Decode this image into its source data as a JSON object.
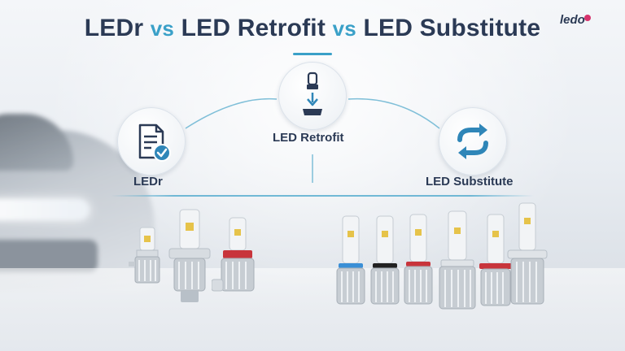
{
  "header": {
    "title_part1": "LEDr",
    "vs1": "vs",
    "title_part2": "LED Retrofit",
    "vs2": "vs",
    "title_part3": "LED Substitute"
  },
  "logo": {
    "name": "ledo"
  },
  "categories": [
    {
      "label": "LEDr",
      "icon": "document-check-icon"
    },
    {
      "label": "LED Retrofit",
      "icon": "bulb-socket-icon"
    },
    {
      "label": "LED Substitute",
      "icon": "swap-arrows-icon"
    }
  ],
  "colors": {
    "title": "#2b3a55",
    "accent": "#3aa0c8",
    "icon_blue": "#2f86b8",
    "logo_pink": "#d6336c",
    "ring_blue": "#3a8fd6",
    "ring_red": "#c8343b",
    "ring_black": "#222222"
  }
}
